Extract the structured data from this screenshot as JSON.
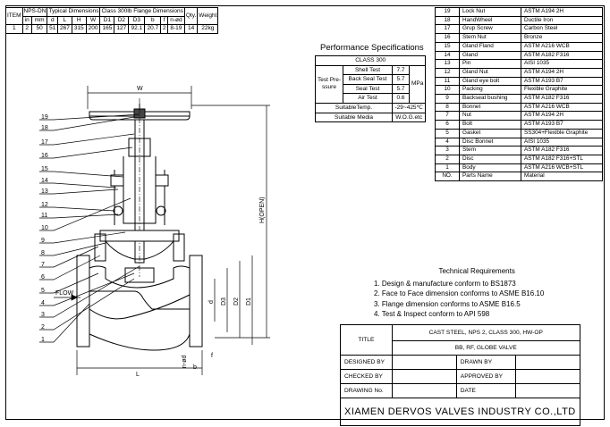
{
  "dimension_table": {
    "headers_top": [
      "ITEM",
      "NPS-DN",
      "Typical Dimensions",
      "Class 300lb Flange Dimensions",
      "Qty.",
      "Weight"
    ],
    "headers_sub": [
      "in",
      "mm",
      "d",
      "L",
      "H",
      "W",
      "D1",
      "D2",
      "D3",
      "b",
      "f",
      "n-ød"
    ],
    "row": [
      "1",
      "2",
      "50",
      "51",
      "267",
      "315",
      "200",
      "165",
      "127",
      "92.1",
      "20.7",
      "2",
      "8-19",
      "14",
      "22kg"
    ]
  },
  "parts_list": {
    "rows": [
      {
        "no": "19",
        "name": "Lock Nut",
        "material": "ASTM A194 2H"
      },
      {
        "no": "18",
        "name": "HandWheel",
        "material": "Ductile Iron"
      },
      {
        "no": "17",
        "name": "Grup Screw",
        "material": "Carbon Steel"
      },
      {
        "no": "16",
        "name": "Stem Nut",
        "material": "Bronze"
      },
      {
        "no": "15",
        "name": "Gland Fland",
        "material": "ASTM A216 WCB"
      },
      {
        "no": "14",
        "name": "Gland",
        "material": "ASTM A182 F316"
      },
      {
        "no": "13",
        "name": "Pin",
        "material": "AISI 1035"
      },
      {
        "no": "12",
        "name": "Gland Nut",
        "material": "ASTM A194 2H"
      },
      {
        "no": "11",
        "name": "Gland eye bolt",
        "material": "ASTM A193 B7"
      },
      {
        "no": "10",
        "name": "Packing",
        "material": "Flexible Graphite"
      },
      {
        "no": "9",
        "name": "Backseat bushing",
        "material": "ASTM A182 F316"
      },
      {
        "no": "8",
        "name": "Bonnet",
        "material": "ASTM A216 WCB"
      },
      {
        "no": "7",
        "name": "Nut",
        "material": "ASTM A194 2H"
      },
      {
        "no": "6",
        "name": "Bolt",
        "material": "ASTM A193 B7"
      },
      {
        "no": "5",
        "name": "Gasket",
        "material": "SS304+Flexible Graphite"
      },
      {
        "no": "4",
        "name": "Disc Bonnet",
        "material": "AISI 1035"
      },
      {
        "no": "3",
        "name": "Stem",
        "material": "ASTM A182 F316"
      },
      {
        "no": "2",
        "name": "Disc",
        "material": "ASTM A182 F316+STL"
      },
      {
        "no": "1",
        "name": "Body",
        "material": "ASTM A216 WCB+STL"
      }
    ],
    "footer": {
      "no": "NO.",
      "name": "Parts Name",
      "material": "Material"
    }
  },
  "performance": {
    "title": "Performance Specifications",
    "class": "CLASS 300",
    "test_pressure_label": "Test Pre-ssure",
    "tests": [
      {
        "name": "Shell Test",
        "value": "7.7"
      },
      {
        "name": "Back Seal Test",
        "value": "5.7"
      },
      {
        "name": "Seal Test",
        "value": "5.7"
      },
      {
        "name": "Air Test",
        "value": "0.6"
      }
    ],
    "unit": "MPa",
    "temp_label": "SuitableTemp.",
    "temp_value": "-29~425℃",
    "media_label": "Suitable Media",
    "media_value": "W.O.G.etc"
  },
  "technical": {
    "title": "Technical Requirements",
    "items": [
      "1. Design & manufacture conform to BS1873",
      "2. Face to Face dimension conforms to ASME B16.10",
      "3. Flange dimension conforms to ASME B16.5",
      "4. Test & Inspect conform to API 598"
    ]
  },
  "title_block": {
    "title_label": "TITLE",
    "title_line1": "CAST STEEL, NPS 2, CLASS 300, HW-OP",
    "title_line2": "BB, RF, GLOBE VALVE",
    "designed_by": "DESIGNED BY",
    "drawn_by": "DRAWN BY",
    "checked_by": "CHECKED BY",
    "approved_by": "APPROVED BY",
    "drawing_no": "DRAWING No.",
    "date": "DATE",
    "company": "XIAMEN DERVOS VALVES INDUSTRY CO.,LTD"
  },
  "drawing": {
    "callouts": [
      "19",
      "18",
      "17",
      "16",
      "15",
      "14",
      "13",
      "12",
      "11",
      "10",
      "9",
      "8",
      "7",
      "6",
      "5",
      "4",
      "3",
      "2",
      "1"
    ],
    "dim_W": "W",
    "dim_L": "L",
    "dim_H": "H(OPEN)",
    "dim_d": "d",
    "dim_D3": "D3",
    "dim_D2": "D2",
    "dim_D1": "D1",
    "dim_nd": "n-ød",
    "dim_b": "b",
    "dim_f": "f",
    "flow": "FLOW"
  }
}
